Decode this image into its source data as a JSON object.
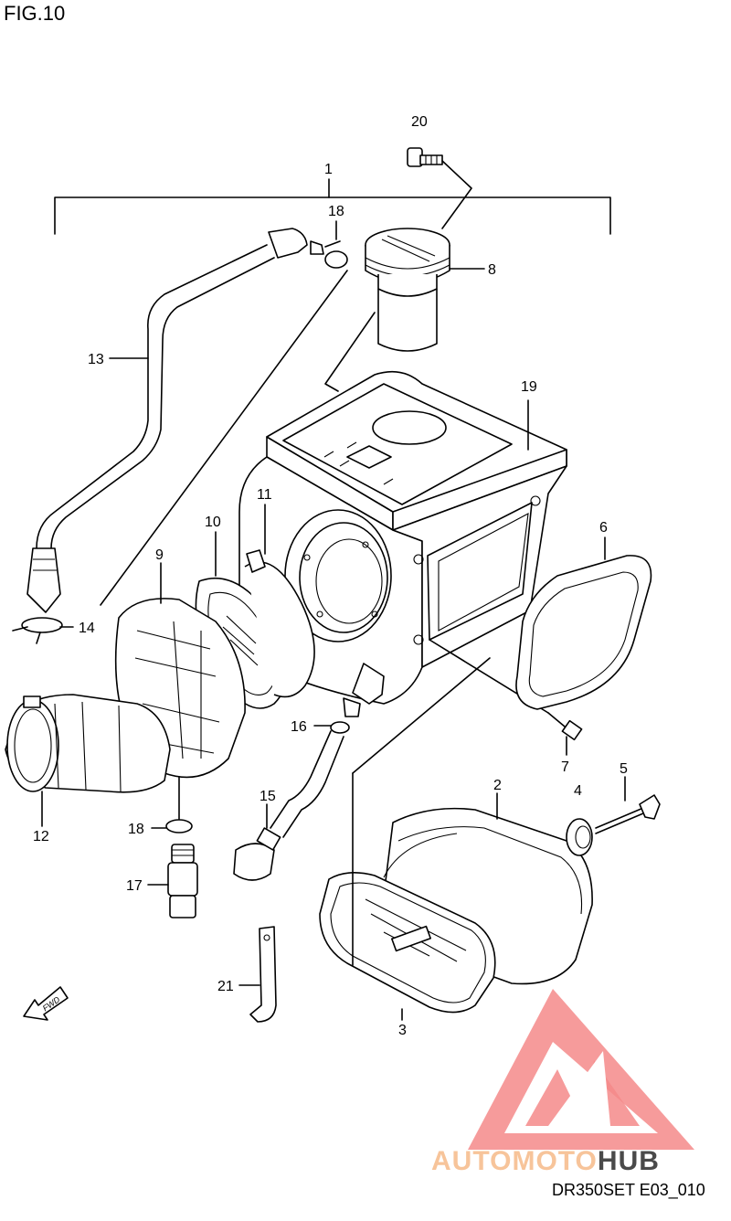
{
  "figure": {
    "title": "FIG.10",
    "code": "DR350SET E03_010"
  },
  "watermark": {
    "part_a": "AUTOMOTO",
    "part_b": "HUB",
    "color_a": "#f7c49a",
    "color_b": "#4a4a4a",
    "logo_color": "#f26b6b"
  },
  "callouts": {
    "c1": "1",
    "c2": "2",
    "c3": "3",
    "c4": "4",
    "c5": "5",
    "c6": "6",
    "c7": "7",
    "c8": "8",
    "c9": "9",
    "c10": "10",
    "c11": "11",
    "c12": "12",
    "c13": "13",
    "c14": "14",
    "c15": "15",
    "c16": "16",
    "c17": "17",
    "c18a": "18",
    "c18b": "18",
    "c19": "19",
    "c20": "20",
    "c21": "21"
  },
  "direction_arrow": {
    "label": "FWD"
  }
}
